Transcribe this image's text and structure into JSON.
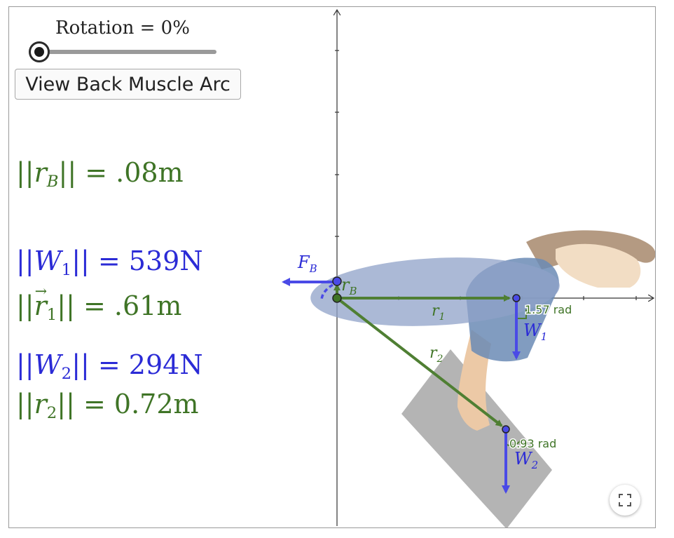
{
  "slider": {
    "label": "Rotation = 0%",
    "value_percent": 0
  },
  "button": {
    "label": "View Back Muscle Arc"
  },
  "equations": {
    "rB": {
      "lhs_open": "||",
      "symbol": "r",
      "sub": "B",
      "lhs_close": "|| = ",
      "value": ".08m"
    },
    "W1": {
      "lhs_open": "||",
      "symbol": "W",
      "sub": "1",
      "lhs_close": "|| = ",
      "value": "539N"
    },
    "r1": {
      "lhs_open": "||",
      "symbol": "r",
      "sub": "1",
      "lhs_close": "|| = ",
      "value": ".61m"
    },
    "W2": {
      "lhs_open": "||",
      "symbol": "W",
      "sub": "2",
      "lhs_close": "|| = ",
      "value": "294N"
    },
    "r2": {
      "lhs_open": "||",
      "symbol": "r",
      "sub": "2",
      "lhs_close": "|| = ",
      "value": "0.72m"
    }
  },
  "labels": {
    "FB": {
      "main": "F",
      "sub": "B"
    },
    "rB": {
      "main": "r",
      "sub": "B"
    },
    "r1": {
      "main": "r",
      "sub": "1"
    },
    "r2": {
      "main": "r",
      "sub": "2"
    },
    "W1": {
      "main": "W",
      "sub": "1"
    },
    "W2": {
      "main": "W",
      "sub": "2"
    },
    "angle1": "1.57 rad",
    "angle2": "0.93 rad"
  },
  "colors": {
    "green": "#3f7426",
    "blue": "#2b2bd6",
    "arrow_green": "#5a8a3c",
    "arrow_blue": "#4a4ae6",
    "torso_fill": "#8fa2c8",
    "box_fill": "#b4b4b4"
  },
  "icons": {
    "fullscreen": "fullscreen-icon",
    "slider_knob": "slider-knob"
  }
}
